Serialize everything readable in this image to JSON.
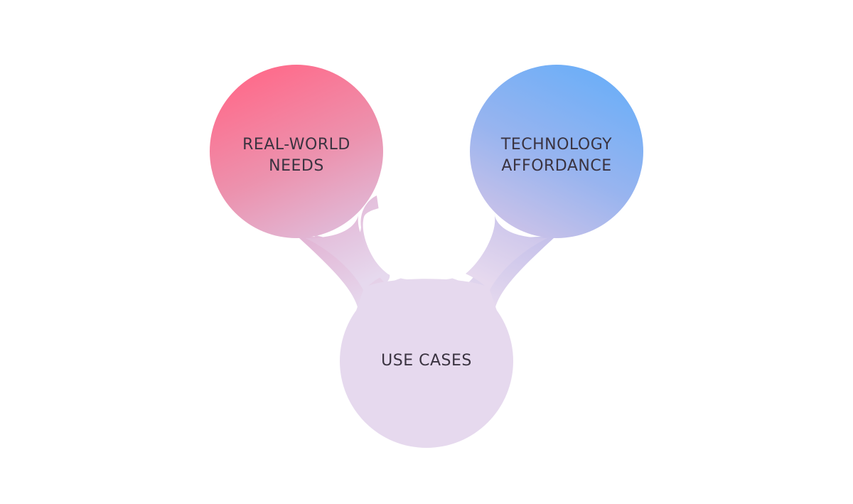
{
  "diagram": {
    "type": "connected-circles",
    "nodes": [
      {
        "id": "real-world-needs",
        "lines": [
          "REAL-WORLD",
          "NEEDS"
        ],
        "color_top": "#FF6A8A",
        "color_bottom": "#E2B3D3"
      },
      {
        "id": "technology-affordance",
        "lines": [
          "TECHNOLOGY",
          "AFFORDANCE"
        ],
        "color_top": "#6AAEF8",
        "color_bottom": "#C7BEE6"
      },
      {
        "id": "use-cases",
        "lines": [
          "USE CASES"
        ],
        "color": "#E6D9EE"
      }
    ],
    "edges": [
      {
        "from": "real-world-needs",
        "to": "use-cases"
      },
      {
        "from": "technology-affordance",
        "to": "use-cases"
      }
    ],
    "text_color": "#3A3340",
    "background": "#FFFFFF"
  }
}
